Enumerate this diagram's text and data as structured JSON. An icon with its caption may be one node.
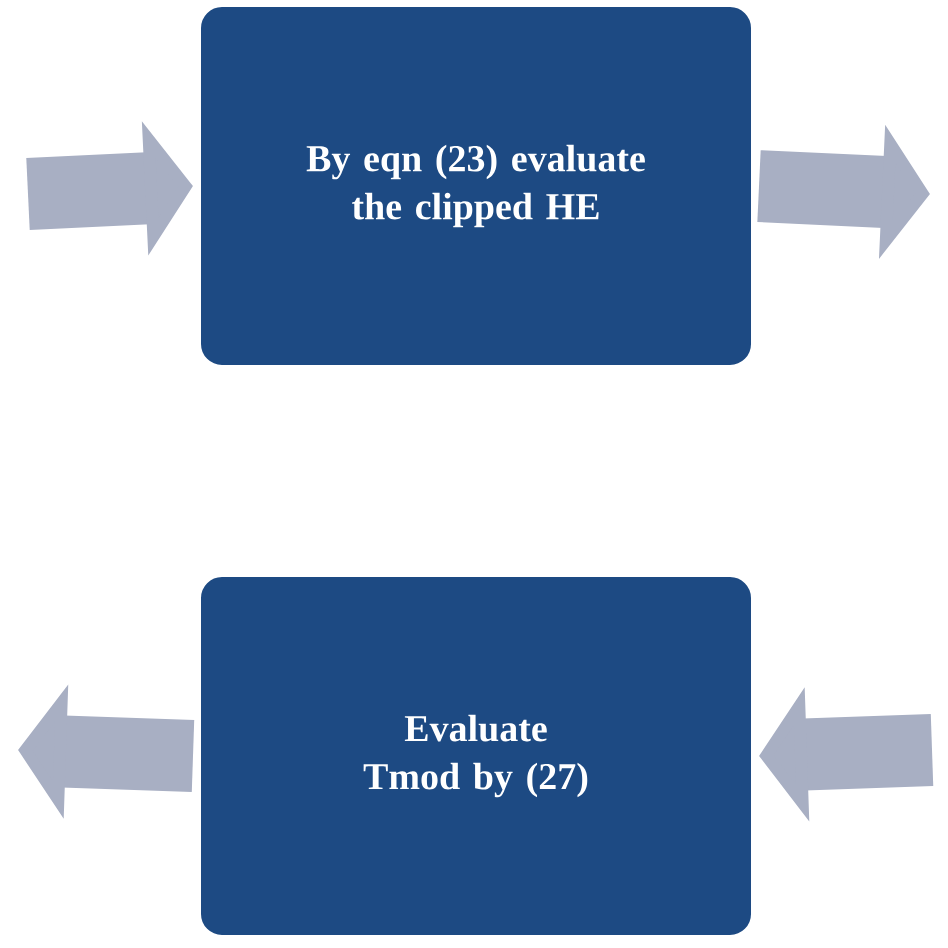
{
  "diagram": {
    "nodes": [
      {
        "text": [
          "By eqn (23) evaluate the clipped HE"
        ]
      },
      {
        "text": [
          "Evaluate Tmod by (27)"
        ]
      }
    ],
    "edges": [
      {
        "from": null,
        "to": 0,
        "arrow": "to"
      },
      {
        "from": 0,
        "to": null,
        "arrow": "to"
      },
      {
        "from": null,
        "to": 1,
        "arrow": "to"
      },
      {
        "from": 1,
        "to": null,
        "arrow": "to"
      }
    ]
  }
}
